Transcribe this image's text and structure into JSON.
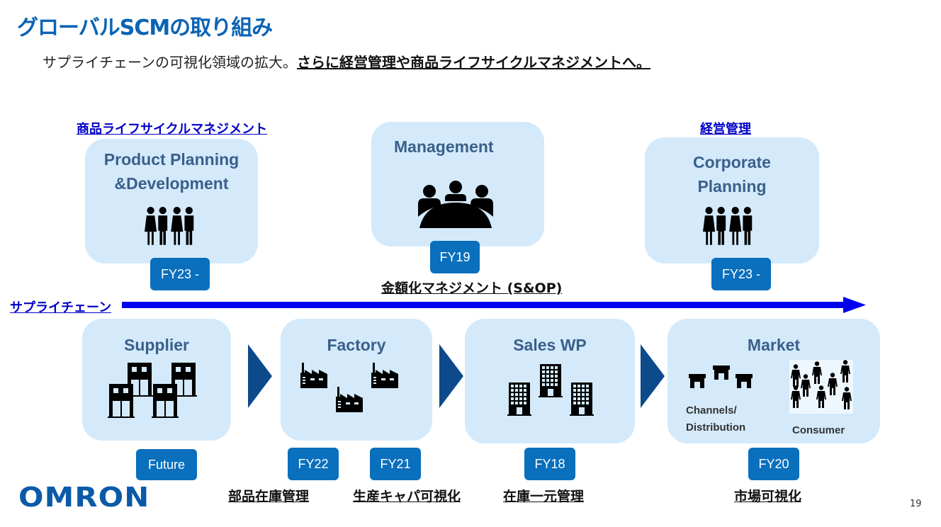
{
  "slide": {
    "title": "グローバルSCMの取り組み",
    "subtitle_plain": "サプライチェーンの可視化領域の拡大。",
    "subtitle_emphasis": "さらに経営管理や商品ライフサイクルマネジメントへ。",
    "page_number": "19",
    "logo": "OMRON"
  },
  "top_section": {
    "plm_heading": "商品ライフサイクルマネジメント",
    "corp_heading": "経営管理",
    "cards": [
      {
        "title_line1": "Product Planning",
        "title_line2": "&Development",
        "icon": "people-group-icon",
        "badge": "FY23 -"
      },
      {
        "title_line1": "Management",
        "title_line2": "",
        "icon": "meeting-table-icon",
        "badge": "FY19",
        "caption": "金額化マネジメント (S&OP)"
      },
      {
        "title_line1": "Corporate",
        "title_line2": "Planning",
        "icon": "people-group-icon",
        "badge": "FY23 -"
      }
    ]
  },
  "supply_chain": {
    "label": "サプライチェーン",
    "arrow_color": "#0000ee"
  },
  "bottom_section": {
    "cards": [
      {
        "title": "Supplier",
        "icon": "supplier-buildings-icon",
        "badges": [
          "Future"
        ]
      },
      {
        "title": "Factory",
        "icon": "factory-icon",
        "badges": [
          "FY22",
          "FY21"
        ]
      },
      {
        "title": "Sales WP",
        "icon": "office-buildings-icon",
        "badges": [
          "FY18"
        ]
      },
      {
        "title": "Market",
        "icon": "market-icon",
        "sub_labels": [
          "Channels/",
          "Distribution",
          "Consumer"
        ],
        "badges": [
          "FY20"
        ]
      }
    ],
    "captions": [
      "部品在庫管理",
      "生産キャパ可視化",
      "在庫一元管理",
      "市場可視化"
    ]
  },
  "colors": {
    "title": "#0a63b5",
    "card_bg": "#d4eafb",
    "badge_bg": "#0a6fbd",
    "chevron": "#0d4a8c",
    "link": "#0000c8"
  }
}
